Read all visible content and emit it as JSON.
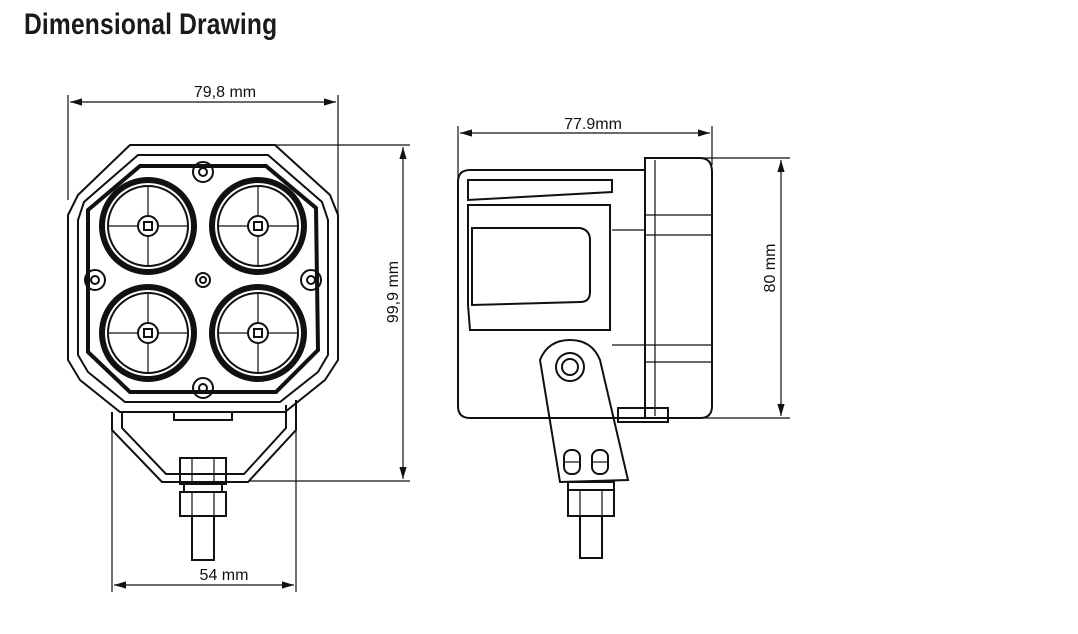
{
  "title": "Dimensional Drawing",
  "dimensions": {
    "front_width": "79,8 mm",
    "front_height": "99,9 mm",
    "bracket_width": "54 mm",
    "side_depth": "77.9mm",
    "side_height": "80 mm"
  }
}
